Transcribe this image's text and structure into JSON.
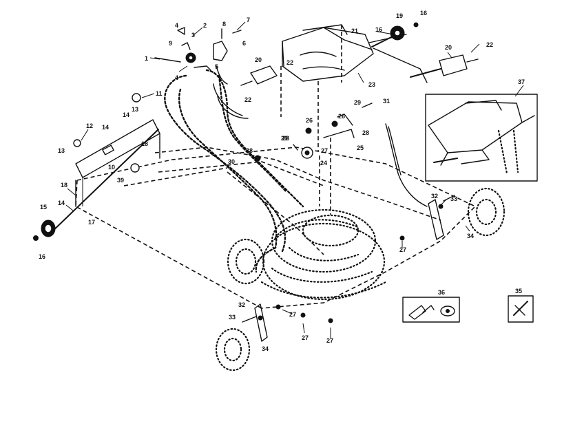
{
  "callouts": [
    {
      "id": "c1",
      "text": "1"
    },
    {
      "id": "c2",
      "text": "2"
    },
    {
      "id": "c3",
      "text": "3"
    },
    {
      "id": "c4a",
      "text": "4"
    },
    {
      "id": "c4b",
      "text": "4"
    },
    {
      "id": "c5",
      "text": "5"
    },
    {
      "id": "c6",
      "text": "6"
    },
    {
      "id": "c7",
      "text": "7"
    },
    {
      "id": "c8",
      "text": "8"
    },
    {
      "id": "c9",
      "text": "9"
    },
    {
      "id": "c20a",
      "text": "20"
    },
    {
      "id": "c22a",
      "text": "22"
    },
    {
      "id": "c22b",
      "text": "22"
    },
    {
      "id": "c21",
      "text": "21"
    },
    {
      "id": "c23",
      "text": "23"
    },
    {
      "id": "c16a",
      "text": "16"
    },
    {
      "id": "c19",
      "text": "19"
    },
    {
      "id": "c16b",
      "text": "16"
    },
    {
      "id": "c20b",
      "text": "20"
    },
    {
      "id": "c22c",
      "text": "22"
    },
    {
      "id": "c37",
      "text": "37"
    },
    {
      "id": "c11",
      "text": "11"
    },
    {
      "id": "c12",
      "text": "12"
    },
    {
      "id": "c13a",
      "text": "13"
    },
    {
      "id": "c14a",
      "text": "14"
    },
    {
      "id": "c14b",
      "text": "14"
    },
    {
      "id": "c13b",
      "text": "13"
    },
    {
      "id": "c10",
      "text": "10"
    },
    {
      "id": "c18",
      "text": "18"
    },
    {
      "id": "c39",
      "text": "39"
    },
    {
      "id": "c30",
      "text": "30"
    },
    {
      "id": "c38",
      "text": "38"
    },
    {
      "id": "c29a",
      "text": "29"
    },
    {
      "id": "c29b",
      "text": "29"
    },
    {
      "id": "c31",
      "text": "31"
    },
    {
      "id": "c26a",
      "text": "26"
    },
    {
      "id": "c26b",
      "text": "26"
    },
    {
      "id": "c28a",
      "text": "28"
    },
    {
      "id": "c28b",
      "text": "28"
    },
    {
      "id": "c27a",
      "text": "27"
    },
    {
      "id": "c25",
      "text": "25"
    },
    {
      "id": "c24",
      "text": "24"
    },
    {
      "id": "c18b",
      "text": "18"
    },
    {
      "id": "c14c",
      "text": "14"
    },
    {
      "id": "c15",
      "text": "15"
    },
    {
      "id": "c16c",
      "text": "16"
    },
    {
      "id": "c17",
      "text": "17"
    },
    {
      "id": "c32a",
      "text": "32"
    },
    {
      "id": "c33a",
      "text": "33"
    },
    {
      "id": "c34a",
      "text": "34"
    },
    {
      "id": "c27b",
      "text": "27"
    },
    {
      "id": "c32b",
      "text": "32"
    },
    {
      "id": "c33b",
      "text": "33"
    },
    {
      "id": "c27c",
      "text": "27"
    },
    {
      "id": "c27d",
      "text": "27"
    },
    {
      "id": "c27e",
      "text": "27"
    },
    {
      "id": "c34b",
      "text": "34"
    },
    {
      "id": "c36",
      "text": "36"
    },
    {
      "id": "c35",
      "text": "35"
    }
  ]
}
